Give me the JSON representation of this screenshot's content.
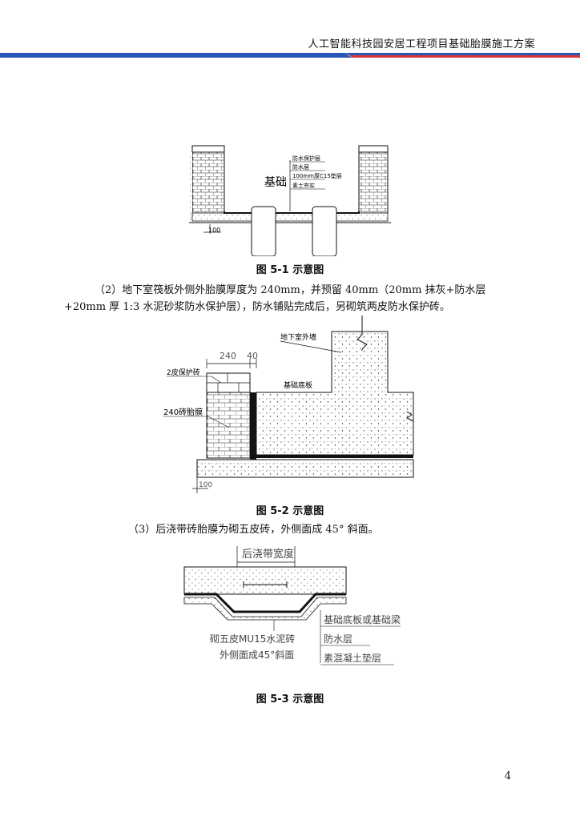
{
  "header": {
    "title": "人工智能科技园安居工程项目基础胎膜施工方案"
  },
  "figure1": {
    "caption": "图 5-1  示意图",
    "label_main": "基础",
    "labels": [
      "防水保护层",
      "防水层",
      "100mm厚C15垫层",
      "素土夯实"
    ],
    "dim": "100"
  },
  "paragraph1": {
    "line1": "（2）地下室筏板外侧外胎膜厚度为 240mm，并预留 40mm（20mm 抹灰+防水层",
    "line2": "+20mm 厚 1:3 水泥砂浆防水保护层），防水铺贴完成后，另砌筑两皮防水保护砖。"
  },
  "figure2": {
    "caption": "图 5-2  示意图",
    "label_wall": "地下室外墙",
    "label_slab": "基础底板",
    "label_protect": "2皮保护砖",
    "label_membrane": "240砖胎膜",
    "dim_240": "240",
    "dim_40": "40",
    "dim_100": "100"
  },
  "paragraph2": {
    "text": "（3）后浇带砖胎膜为砌五皮砖，外侧面成 45° 斜面。"
  },
  "figure3": {
    "caption": "图 5-3  示意图",
    "label_width": "后浇带宽度",
    "label_left1": "砌五皮MU15水泥砖",
    "label_left2": "外侧面成45°斜面",
    "labels_right": [
      "基础底板或基础梁",
      "防水层",
      "素混凝土垫层"
    ]
  },
  "page": {
    "number": "4"
  },
  "colors": {
    "rule_blue": "#2a56b8",
    "rule_red": "#d9343a"
  }
}
